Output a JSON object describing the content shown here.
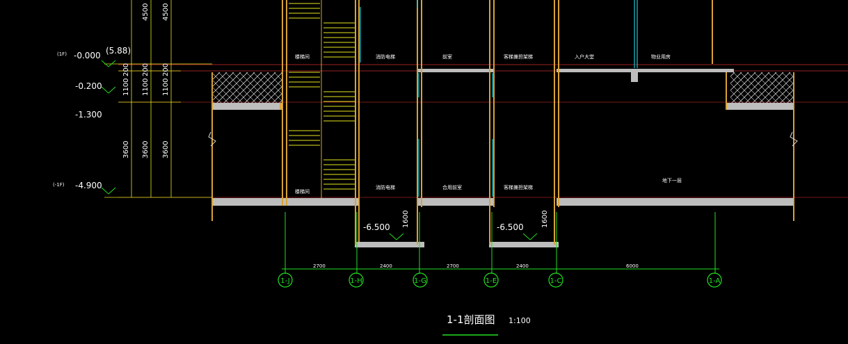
{
  "drawing": {
    "title": "1-1剖面图",
    "scale": "1:100"
  },
  "levels": {
    "f1_tag": "(1F)",
    "f1_elev": "-0.000",
    "f1_extra": "(5.88)",
    "e_neg020": "-0.200",
    "e_neg130": "-1.300",
    "fb1_tag": "(-1F)",
    "fb1_elev": "-4.900",
    "pit_left": "-6.500",
    "pit_right": "-6.500"
  },
  "vertical_dims": {
    "top": "4500",
    "mid_a": "1100",
    "mid_b": "200",
    "lower": "3600",
    "pit_left": "1600",
    "pit_right": "1600"
  },
  "horizontal_dims": [
    "2700",
    "2400",
    "2700",
    "2400",
    "6000"
  ],
  "axes": [
    "1-J",
    "1-H",
    "1-G",
    "1-E",
    "1-C",
    "1-A"
  ],
  "room_labels": {
    "stair_1f": "楼梯间",
    "fire_lift_1f": "消防电梯",
    "room_1f": "前室",
    "lift_1f": "客梯兼担架梯",
    "lobby_1f": "入户大堂",
    "mgmt_1f": "物业用房",
    "stair_b1": "楼梯间",
    "fire_lift_b1": "消防电梯",
    "room_b1": "合用前室",
    "lift_b1": "客梯兼担架梯",
    "basement": "地下一层"
  },
  "colors": {
    "background": "#000000",
    "wall": "#d9a334",
    "slab": "#bdbdbd",
    "grid_line": "#22e022",
    "dim_line": "#e6e61e",
    "text": "#ffffff",
    "cyan": "#19c8d8",
    "red": "#c83232"
  }
}
